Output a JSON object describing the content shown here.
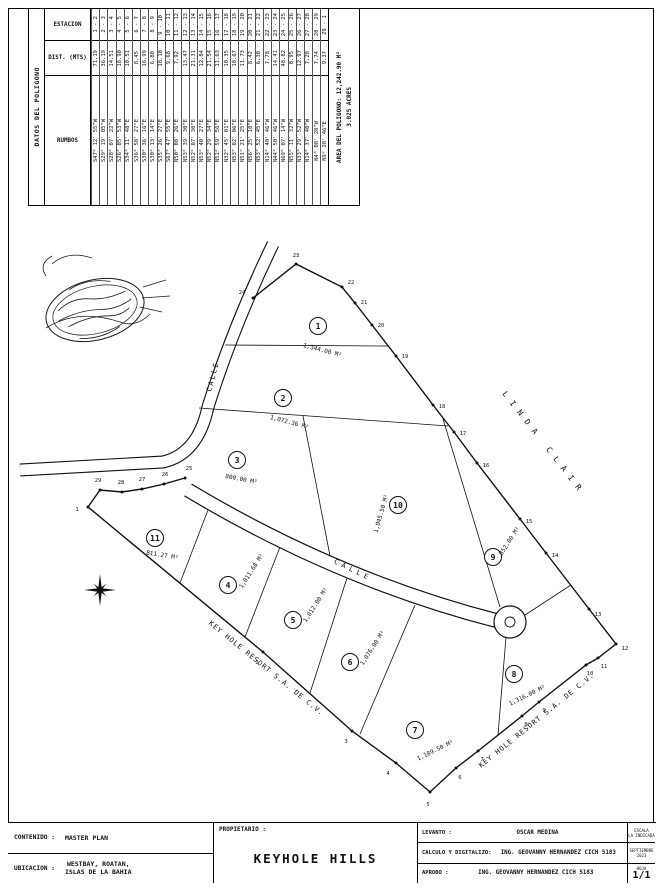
{
  "table": {
    "title": "DATOS DEL POLIGONO",
    "col_headers": [
      "ESTACION",
      "DIST. (MTS)",
      "RUMBOS"
    ],
    "rows": [
      [
        "1 - 2",
        "71.19",
        "S47° 12' 55\"W"
      ],
      [
        "2 - 3",
        "36.19",
        "S29° 19' 05\"W"
      ],
      [
        "3 - 4",
        "14.51",
        "S28° 07' 22\"W"
      ],
      [
        "4 - 5",
        "16.90",
        "S26° 05' 53\"W"
      ],
      [
        "5 - 6",
        "10.51",
        "S34° 11' 48\"E"
      ],
      [
        "6 - 7",
        "8.45",
        "S36° 58' 27\"E"
      ],
      [
        "7 - 8",
        "16.99",
        "S30° 36' 16\"E"
      ],
      [
        "8 - 9",
        "6.80",
        "S30° 13' 14\"E"
      ],
      [
        "9 - 10",
        "18.18",
        "S35° 26' 27\"E"
      ],
      [
        "10 - 11",
        "9.68",
        "S67° 47' 55\"E"
      ],
      [
        "11 - 12",
        "7.92",
        "N50° 08' 26\"E"
      ],
      [
        "12 - 13",
        "13.47",
        "N53° 39' 30\"E"
      ],
      [
        "13 - 14",
        "21.31",
        "N52° 07' 30\"E"
      ],
      [
        "14 - 15",
        "12.84",
        "N53° 40' 27\"E"
      ],
      [
        "15 - 16",
        "21.54",
        "N52° 29' 34\"E"
      ],
      [
        "16 - 17",
        "11.63",
        "N51° 59' 56\"E"
      ],
      [
        "17 - 18",
        "10.35",
        "N32° 45' 01\"E"
      ],
      [
        "18 - 19",
        "18.67",
        "N53° 02' 06\"E"
      ],
      [
        "19 - 20",
        "11.73",
        "N51° 21' 25\"E"
      ],
      [
        "20 - 21",
        "8.42",
        "N56° 25' 10\"E"
      ],
      [
        "21 - 22",
        "6.30",
        "N53° 52' 45\"E"
      ],
      [
        "22 - 23",
        "7.78",
        "N14° 48' 46\"W"
      ],
      [
        "23 - 24",
        "14.41",
        "N44° 50' 46\"W"
      ],
      [
        "24 - 25",
        "48.82",
        "N69° 07' 14\"W"
      ],
      [
        "25 - 26",
        "8.95",
        "N55° 11' 32\"W"
      ],
      [
        "26 - 27",
        "12.97",
        "N33° 29' 52\"W"
      ],
      [
        "27 - 28",
        "7.28",
        "N14° 37' 40\"W"
      ],
      [
        "28 - 29",
        "7.74",
        "N4° 08' 28\"W"
      ],
      [
        "29 - 1",
        "9.37",
        "N9° 28' 46\"E"
      ]
    ],
    "area_line1": "AREA DEL POLIGONO: 12,242.90 M²",
    "area_line2": "3.025 ACRES"
  },
  "map": {
    "road_label_1": "CALLE",
    "road_label_2": "CALLE",
    "neighbor_right": "LINDA CLAIR",
    "neighbor_bottom_left": "KEY HOLE RESORT S.A. DE C.V.",
    "neighbor_bottom_right": "KEY HOLE RESORT S.A. DE C.V.",
    "lots": [
      {
        "num": "1",
        "area": "1,344.00 M²"
      },
      {
        "num": "2",
        "area": "1,072.36 M²"
      },
      {
        "num": "3",
        "area": "800.00 M²"
      },
      {
        "num": "4",
        "area": "1,011.68 M²"
      },
      {
        "num": "5",
        "area": "1,012.00 M²"
      },
      {
        "num": "6",
        "area": "1,076.00 M²"
      },
      {
        "num": "7",
        "area": "1,189.50 M²"
      },
      {
        "num": "8",
        "area": "1,316.00 M²"
      },
      {
        "num": "9",
        "area": "852.00 M²"
      },
      {
        "num": "10",
        "area": "1,045.50 M²"
      },
      {
        "num": "11",
        "area": "811.27 M²"
      }
    ],
    "stations": [
      "1",
      "2",
      "3",
      "4",
      "5",
      "6",
      "7",
      "8",
      "9",
      "10",
      "11",
      "12",
      "13",
      "14",
      "15",
      "16",
      "17",
      "18",
      "19",
      "20",
      "21",
      "22",
      "23",
      "24",
      "25",
      "26",
      "27",
      "28",
      "29"
    ]
  },
  "titleblock": {
    "contenido_label": "CONTENIDO :",
    "contenido_value": "MASTER PLAN",
    "ubicacion_label": "UBICACION :",
    "ubicacion_line1": "WESTBAY, ROATAN,",
    "ubicacion_line2": "ISLAS DE LA BAHIA",
    "propietario_label": "PROPIETARIO :",
    "propietario_value": "KEYHOLE HILLS",
    "levanto_label": "LEVANTO :",
    "levanto_value": "OSCAR MEDINA",
    "calculo_label": "CALCULO Y DIGITALIZO:",
    "calculo_value": "ING. GEOVANNY HERNANDEZ CICH 5183",
    "aprobo_label": "APROBO :",
    "aprobo_value": "ING. GEOVANNY HERNANDEZ CICH 5183",
    "escala_label": "ESCALA",
    "escala_value": "LA INDICADA",
    "fecha_line1": "SEPTIEMBRE",
    "fecha_line2": "2023",
    "hoja_label": "HOJA",
    "hoja_value": "1/1"
  }
}
